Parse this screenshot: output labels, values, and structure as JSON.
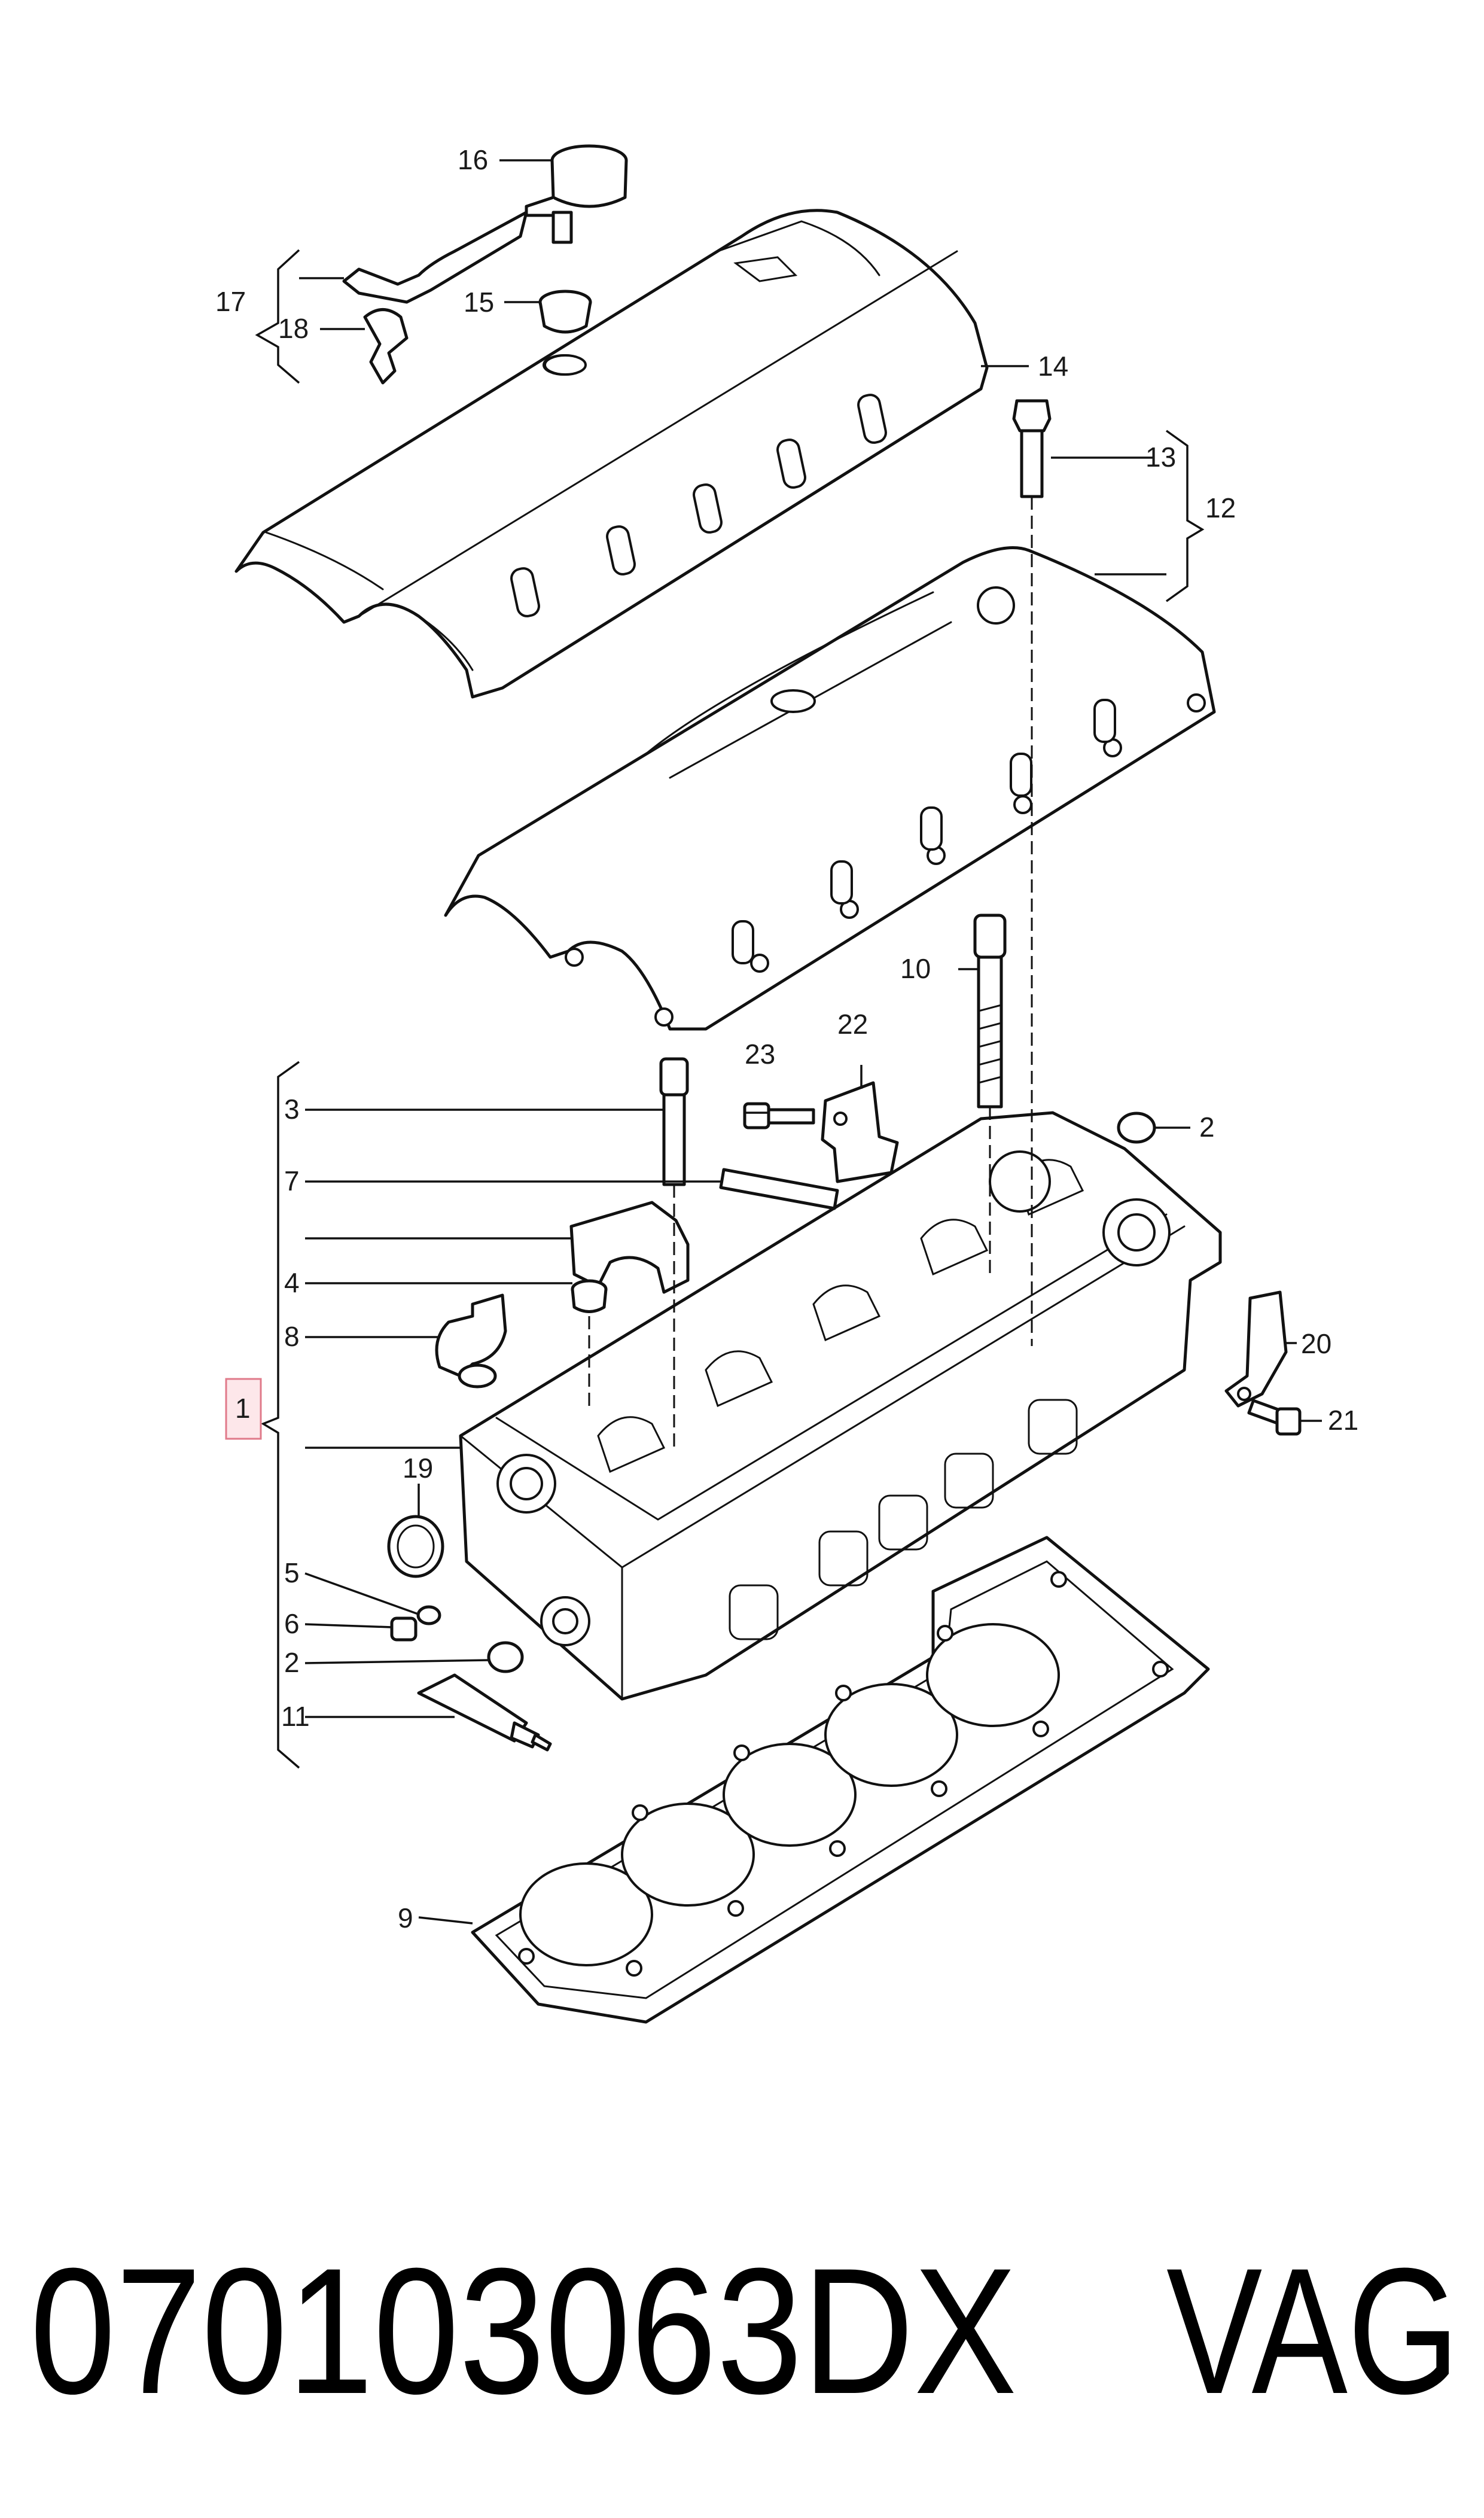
{
  "callouts": {
    "c1": "1",
    "c2a": "2",
    "c2b": "2",
    "c3": "3",
    "c4": "4",
    "c5": "5",
    "c6": "6",
    "c7": "7",
    "c8": "8",
    "c9": "9",
    "c10": "10",
    "c11": "11",
    "c12": "12",
    "c13": "13",
    "c14": "14",
    "c15": "15",
    "c16": "16",
    "c17": "17",
    "c18": "18",
    "c19": "19",
    "c20": "20",
    "c21": "21",
    "c22": "22",
    "c23": "23"
  },
  "footer": {
    "part_number": "070103063DX",
    "brand": "VAG"
  },
  "colors": {
    "line": "#111111",
    "highlight_fill": "#fde7ea",
    "highlight_stroke": "#e07a8a",
    "text": "#000000"
  }
}
